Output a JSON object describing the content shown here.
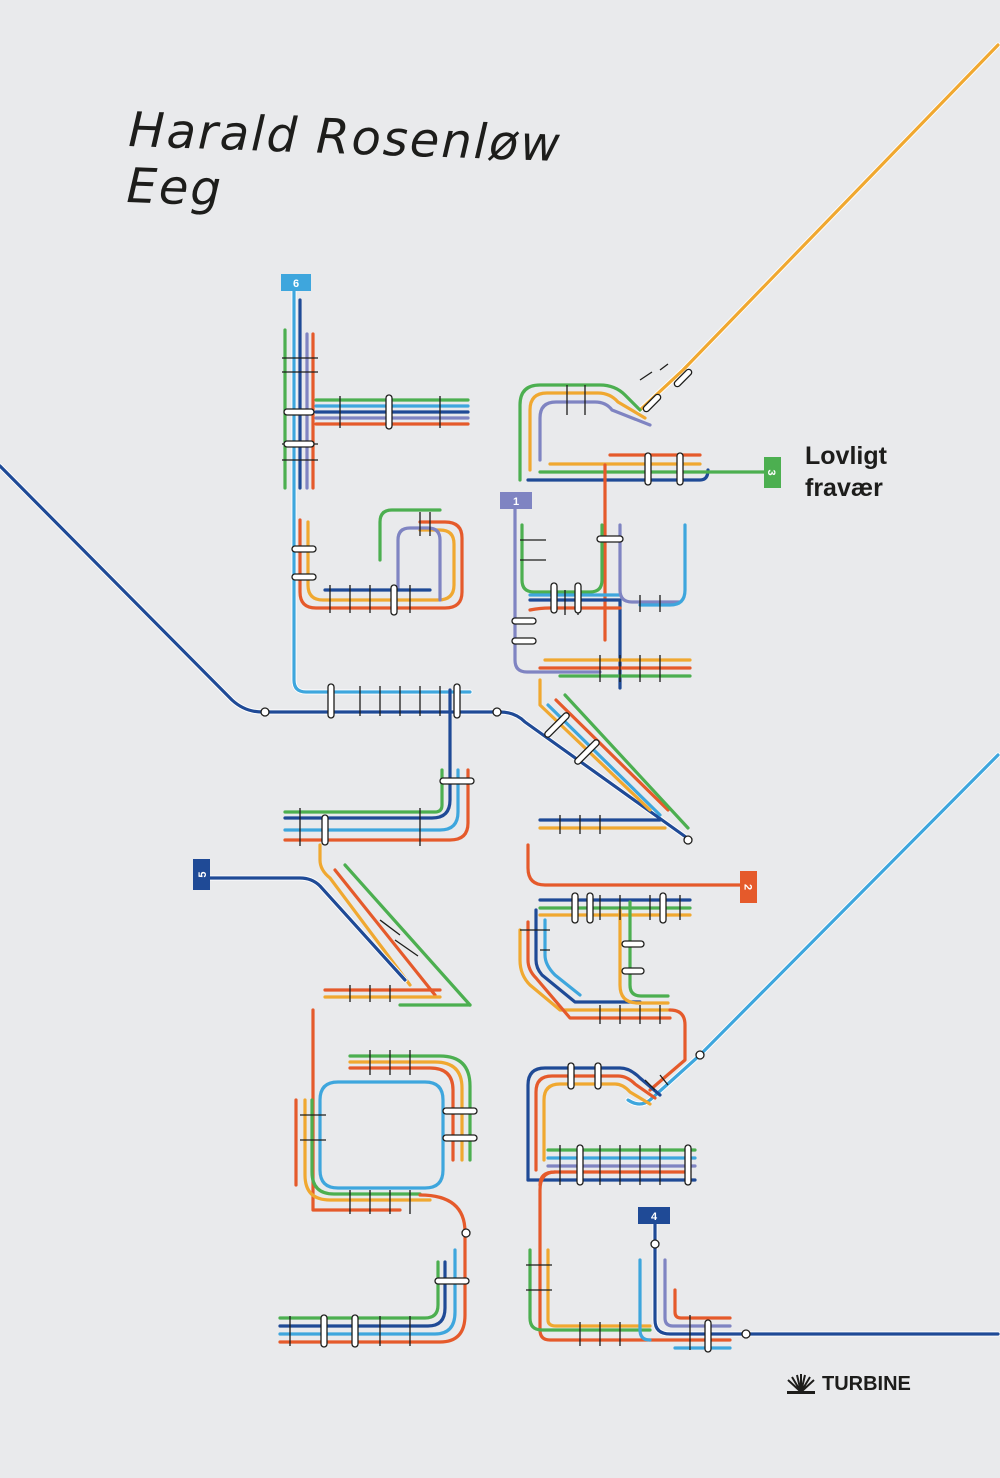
{
  "cover": {
    "author": "Harald Rosenløw Eeg",
    "title_line1": "Lovligt",
    "title_line2": "fravær",
    "publisher": "TURBINE",
    "publisher_logo_icon": "book-fan-icon",
    "background": "#e9eaec"
  },
  "lines": [
    {
      "id": "1",
      "color": "#7f84c2"
    },
    {
      "id": "2",
      "color": "#e55a2b"
    },
    {
      "id": "3",
      "color": "#4caf50"
    },
    {
      "id": "4",
      "color": "#1f4a96"
    },
    {
      "id": "5",
      "color": "#1f4a96"
    },
    {
      "id": "6",
      "color": "#3ea6dd"
    }
  ],
  "other_colors": {
    "orange": "#f0a830",
    "navy": "#1f4a96",
    "red": "#e55a2b"
  }
}
